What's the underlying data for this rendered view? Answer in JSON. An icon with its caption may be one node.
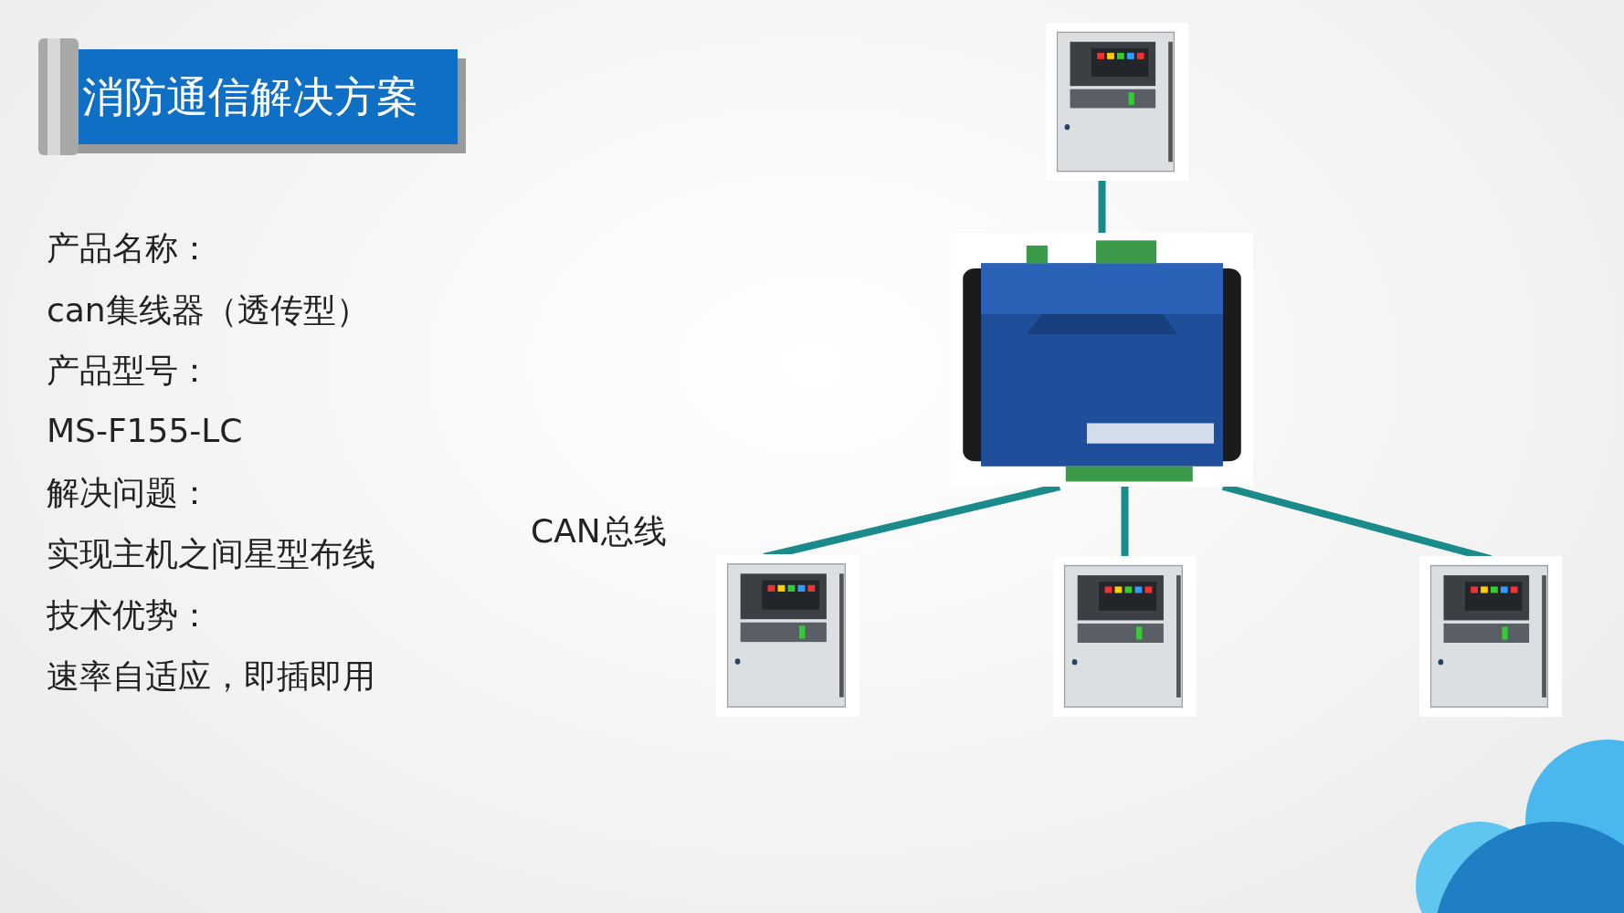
{
  "diagram": {
    "title": "消防通信解决方案",
    "nodes": [
      {
        "text": [],
        "shape": "picture"
      },
      {
        "text": [],
        "shape": "picture"
      },
      {
        "text": [],
        "shape": "picture"
      },
      {
        "text": [],
        "shape": "picture"
      },
      {
        "text": [],
        "shape": "picture"
      }
    ],
    "edges": [
      {
        "from": 0,
        "to": 1,
        "arrow": "none"
      },
      {
        "from": 1,
        "to": 2,
        "arrow": "none"
      },
      {
        "from": 1,
        "to": 3,
        "arrow": "none"
      },
      {
        "from": 1,
        "to": 4,
        "arrow": "none"
      }
    ],
    "labels": [
      "产品名称：",
      "can集线器（透传型）",
      "产品型号：",
      "MS-F155-LC",
      "解决问题：",
      "实现主机之间星型布线",
      "技术优势：",
      "速率自适应，即插即用",
      "CAN总线"
    ]
  }
}
